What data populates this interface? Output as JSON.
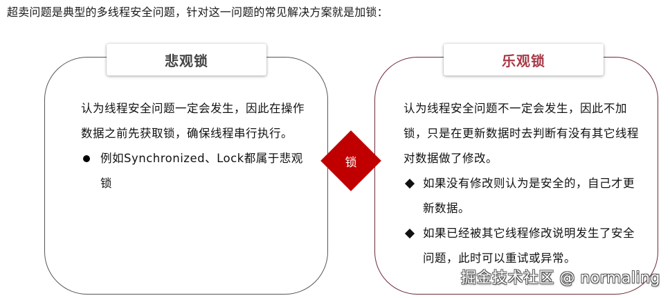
{
  "intro": {
    "text": "超卖问题是典型的多线程安全问题，针对这一问题的常见解决方案就是加锁："
  },
  "colors": {
    "diamond": "#c00000",
    "left_title": "#444444",
    "right_title": "#a83a48",
    "left_border": "#555555",
    "right_border": "#6b2a35"
  },
  "center": {
    "label": "锁",
    "shape": "diamond"
  },
  "left_panel": {
    "title": "悲观锁",
    "description": "认为线程安全问题一定会发生，因此在操作数据之前先获取锁，确保线程串行执行。",
    "bullets": [
      {
        "marker": "bullet-dot-icon",
        "text": "例如Synchronized、Lock都属于悲观锁"
      }
    ]
  },
  "right_panel": {
    "title": "乐观锁",
    "description": "认为线程安全问题不一定会发生，因此不加锁，只是在更新数据时去判断有没有其它线程对数据做了修改。",
    "bullets": [
      {
        "marker": "bullet-diamond-icon",
        "text": "如果没有修改则认为是安全的，自己才更新数据。"
      },
      {
        "marker": "bullet-diamond-icon",
        "text": "如果已经被其它线程修改说明发生了安全问题，此时可以重试或异常。"
      }
    ]
  },
  "watermark": {
    "text": "掘金技术社区 @ normaling"
  }
}
